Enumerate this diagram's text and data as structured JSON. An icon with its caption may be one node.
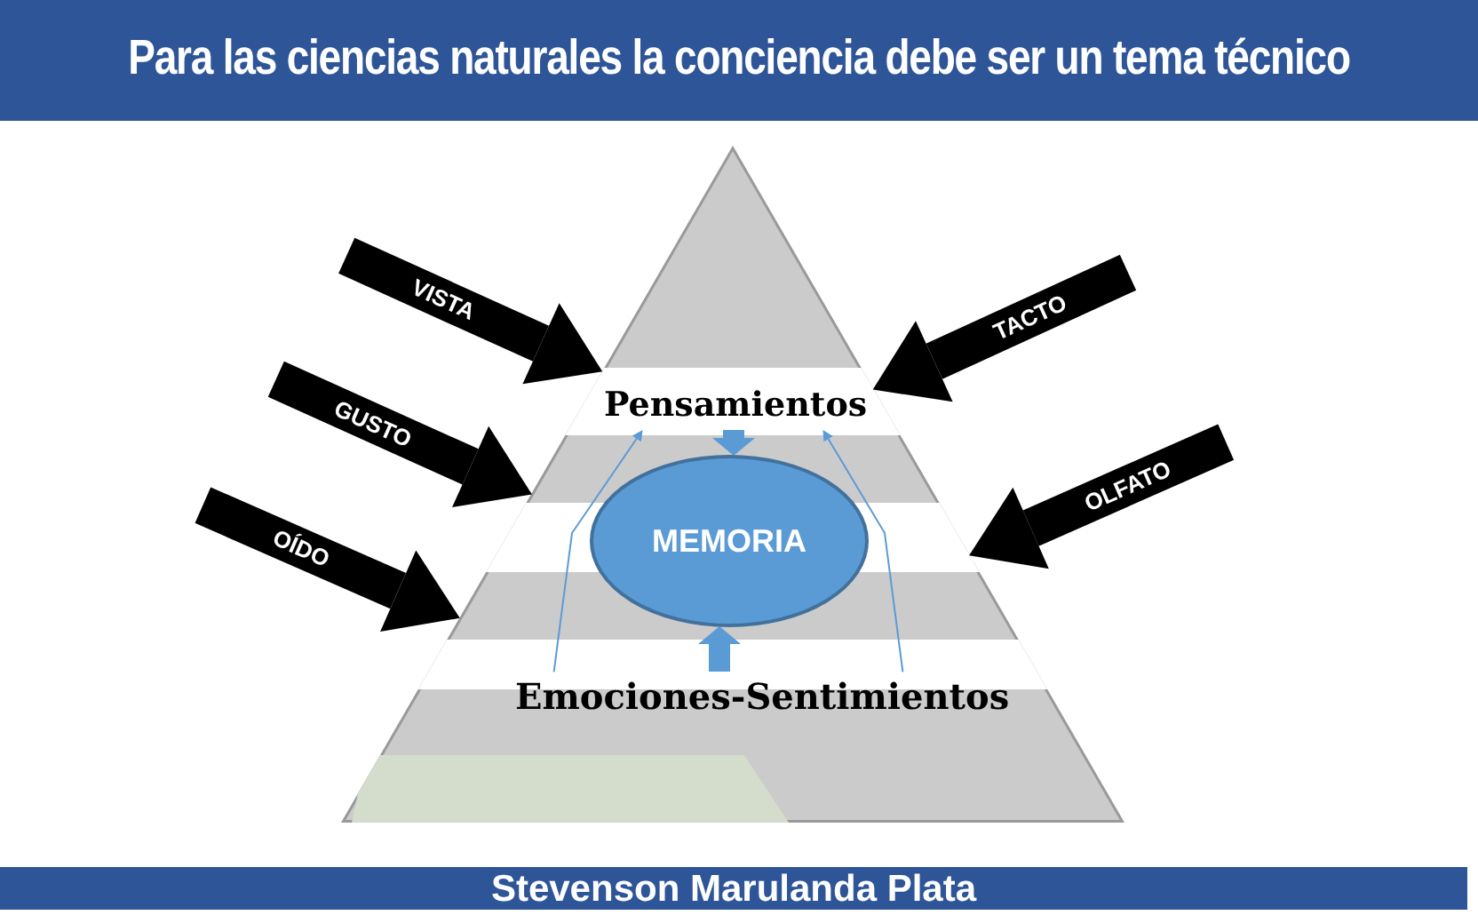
{
  "diagram": {
    "title": "Para las ciencias naturales la conciencia debe ser un tema técnico",
    "caption": "Stevenson Marulanda Plata",
    "nodes": [
      {
        "text": [],
        "shape": "triangle"
      },
      {
        "text": [
          "Pensamientos"
        ],
        "in": 0
      },
      {
        "text": [
          "MEMORIA"
        ],
        "in": 0
      },
      {
        "text": [
          "Emociones-Sentimientos"
        ],
        "in": 0
      }
    ],
    "edges": [
      {
        "from": null,
        "to": 0,
        "arrow": "to",
        "label": "VISTA"
      },
      {
        "from": null,
        "to": 0,
        "arrow": "to",
        "label": "GUSTO"
      },
      {
        "from": null,
        "to": 0,
        "arrow": "to",
        "label": "OÍDO"
      },
      {
        "from": null,
        "to": 0,
        "arrow": "to",
        "label": "TACTO"
      },
      {
        "from": null,
        "to": 0,
        "arrow": "to",
        "label": "OLFATO"
      },
      {
        "from": 1,
        "to": 2,
        "arrow": "to",
        "color": "#5b9bd5"
      },
      {
        "from": 3,
        "to": 2,
        "arrow": "to",
        "color": "#5b9bd5"
      },
      {
        "from": 3,
        "to": 1,
        "arrow": "to",
        "color": "#5b9bd5"
      },
      {
        "from": 3,
        "to": 1,
        "arrow": "to",
        "color": "#5b9bd5"
      }
    ]
  }
}
